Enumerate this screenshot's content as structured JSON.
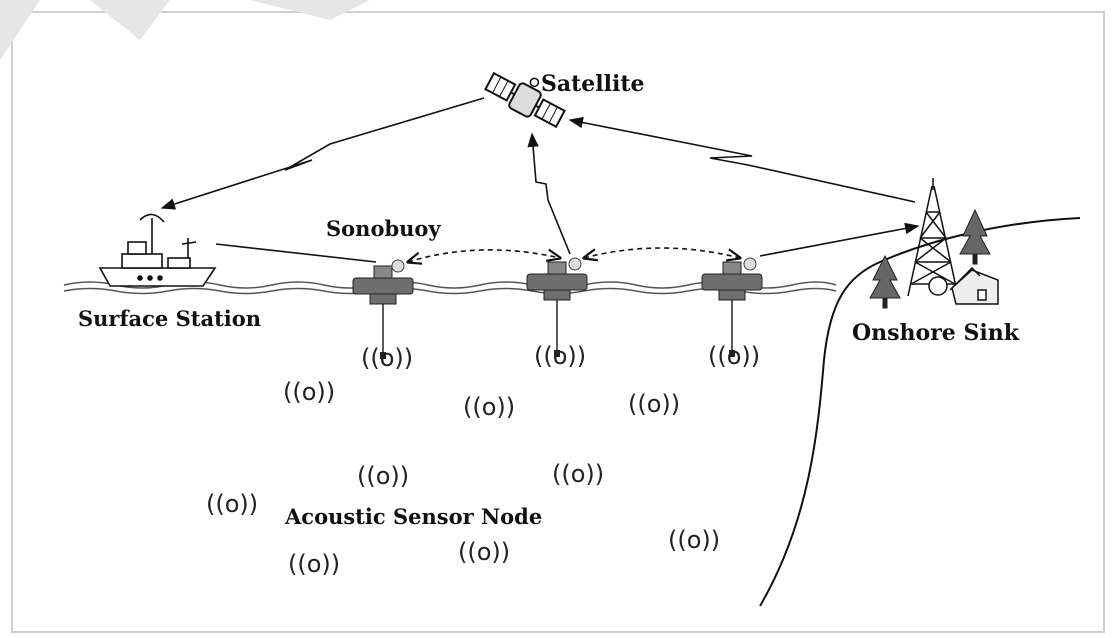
{
  "labels": {
    "satellite": "Satellite",
    "sonobuoy": "Sonobuoy",
    "surface_station": "Surface Station",
    "onshore_sink": "Onshore Sink",
    "acoustic_sensor_node": "Acoustic Sensor Node"
  },
  "sensor_symbol": "((o))",
  "colors": {
    "ink": "#111111",
    "buoy": "#6e6e6e",
    "water": "#555555",
    "background": "#ffffff"
  }
}
